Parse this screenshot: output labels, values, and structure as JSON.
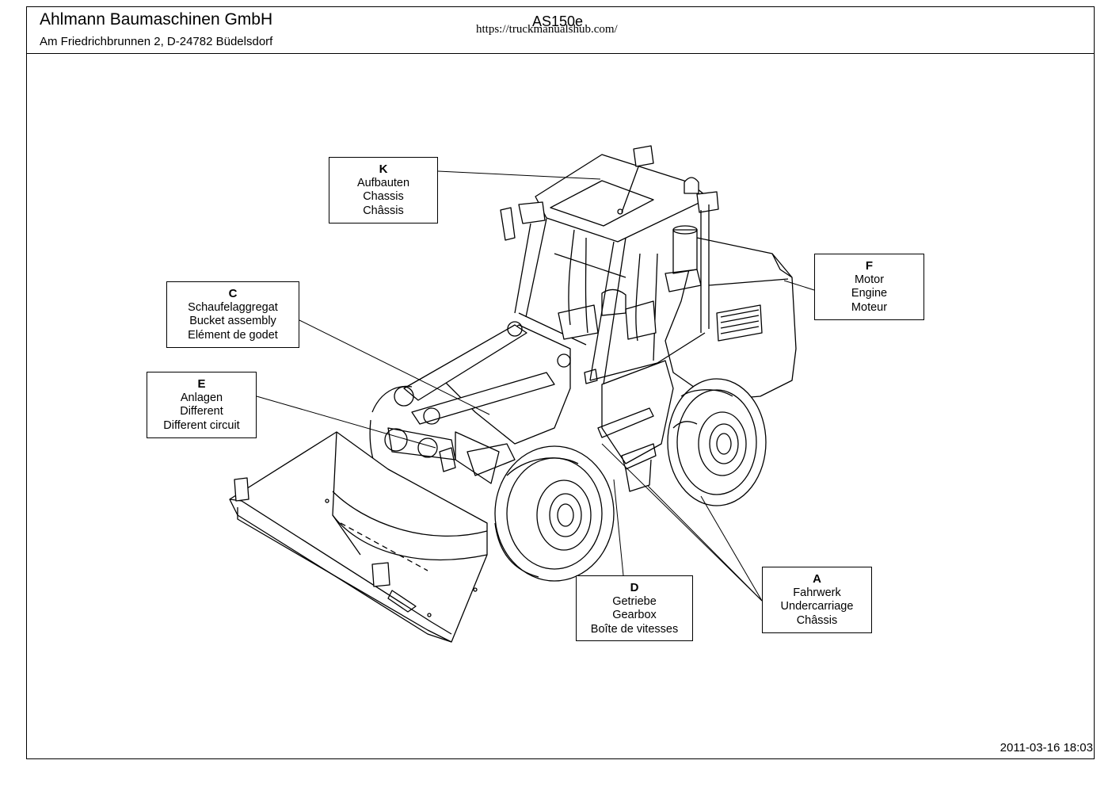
{
  "header": {
    "company": "Ahlmann Baumaschinen GmbH",
    "address": "Am Friedrichbrunnen 2,  D-24782 Büdelsdorf",
    "model": "AS150e",
    "watermark_url": "https://truckmanualshub.com/"
  },
  "footer": {
    "timestamp": "2011-03-16 18:03"
  },
  "callouts": {
    "K": {
      "key": "K",
      "de": "Aufbauten",
      "en": "Chassis",
      "fr": "Châssis"
    },
    "C": {
      "key": "C",
      "de": "Schaufelaggregat",
      "en": "Bucket assembly",
      "fr": "Elément de godet"
    },
    "E": {
      "key": "E",
      "de": "Anlagen",
      "en": "Different",
      "fr": "Different circuit"
    },
    "F": {
      "key": "F",
      "de": "Motor",
      "en": "Engine",
      "fr": "Moteur"
    },
    "D": {
      "key": "D",
      "de": "Getriebe",
      "en": "Gearbox",
      "fr": "Boîte de vitesses"
    },
    "A": {
      "key": "A",
      "de": "Fahrwerk",
      "en": "Undercarriage",
      "fr": "Châssis"
    }
  }
}
